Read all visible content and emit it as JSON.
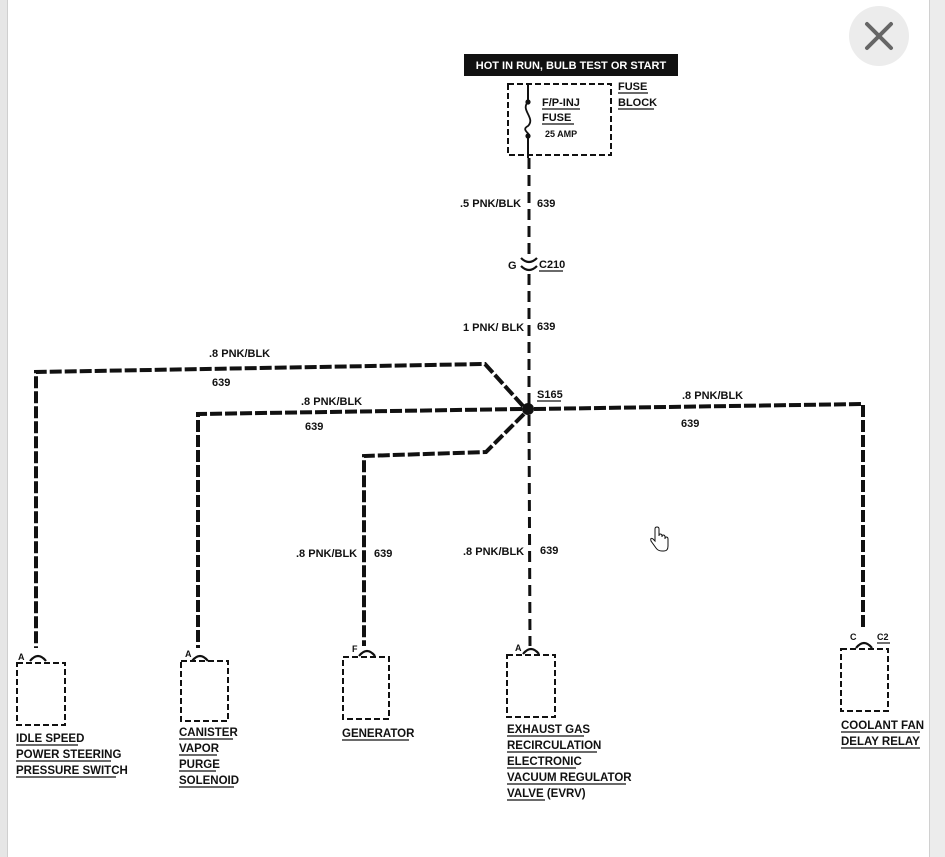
{
  "window": {
    "close_icon": "close-icon",
    "accent": "#111111"
  },
  "diagram": {
    "header": "HOT IN RUN, BULB TEST OR START",
    "fuse_name": "F/P-INJ",
    "fuse_word": "FUSE",
    "fuse_rating": "25 AMP",
    "fuse_block_line1": "FUSE",
    "fuse_block_line2": "BLOCK",
    "wire_top": ".5 PNK/BLK",
    "circuit_top": "639",
    "connector_pin": "G",
    "connector_id": "C210",
    "wire_mid": "1 PNK/ BLK",
    "circuit_mid": "639",
    "splice": "S165",
    "branch_idle": {
      "wire": ".8 PNK/BLK",
      "circuit": "639"
    },
    "branch_canister": {
      "wire": ".8 PNK/BLK",
      "circuit": "639"
    },
    "branch_coolant": {
      "wire": ".8 PNK/BLK",
      "circuit": "639"
    },
    "branch_generator": {
      "wire": ".8 PNK/BLK",
      "circuit": "639"
    },
    "branch_egr": {
      "wire": ".8 PNK/BLK",
      "circuit": "639"
    },
    "components": {
      "idle": {
        "pin": "A",
        "lines": [
          "IDLE SPEED",
          "POWER STEERING",
          "PRESSURE SWITCH"
        ]
      },
      "canister": {
        "pin": "A",
        "lines": [
          "CANISTER",
          "VAPOR",
          "PURGE",
          "SOLENOID"
        ]
      },
      "generator": {
        "pin": "F",
        "lines": [
          "GENERATOR"
        ]
      },
      "egr": {
        "pin": "A",
        "lines": [
          "EXHAUST GAS",
          "RECIRCULATION",
          "ELECTRONIC",
          "VACUUM REGULATOR",
          "VALVE"
        ],
        "suffix": " (EVRV)"
      },
      "coolant": {
        "pin": "C",
        "connector": "C2",
        "lines": [
          "COOLANT FAN",
          "DELAY RELAY"
        ]
      }
    }
  }
}
